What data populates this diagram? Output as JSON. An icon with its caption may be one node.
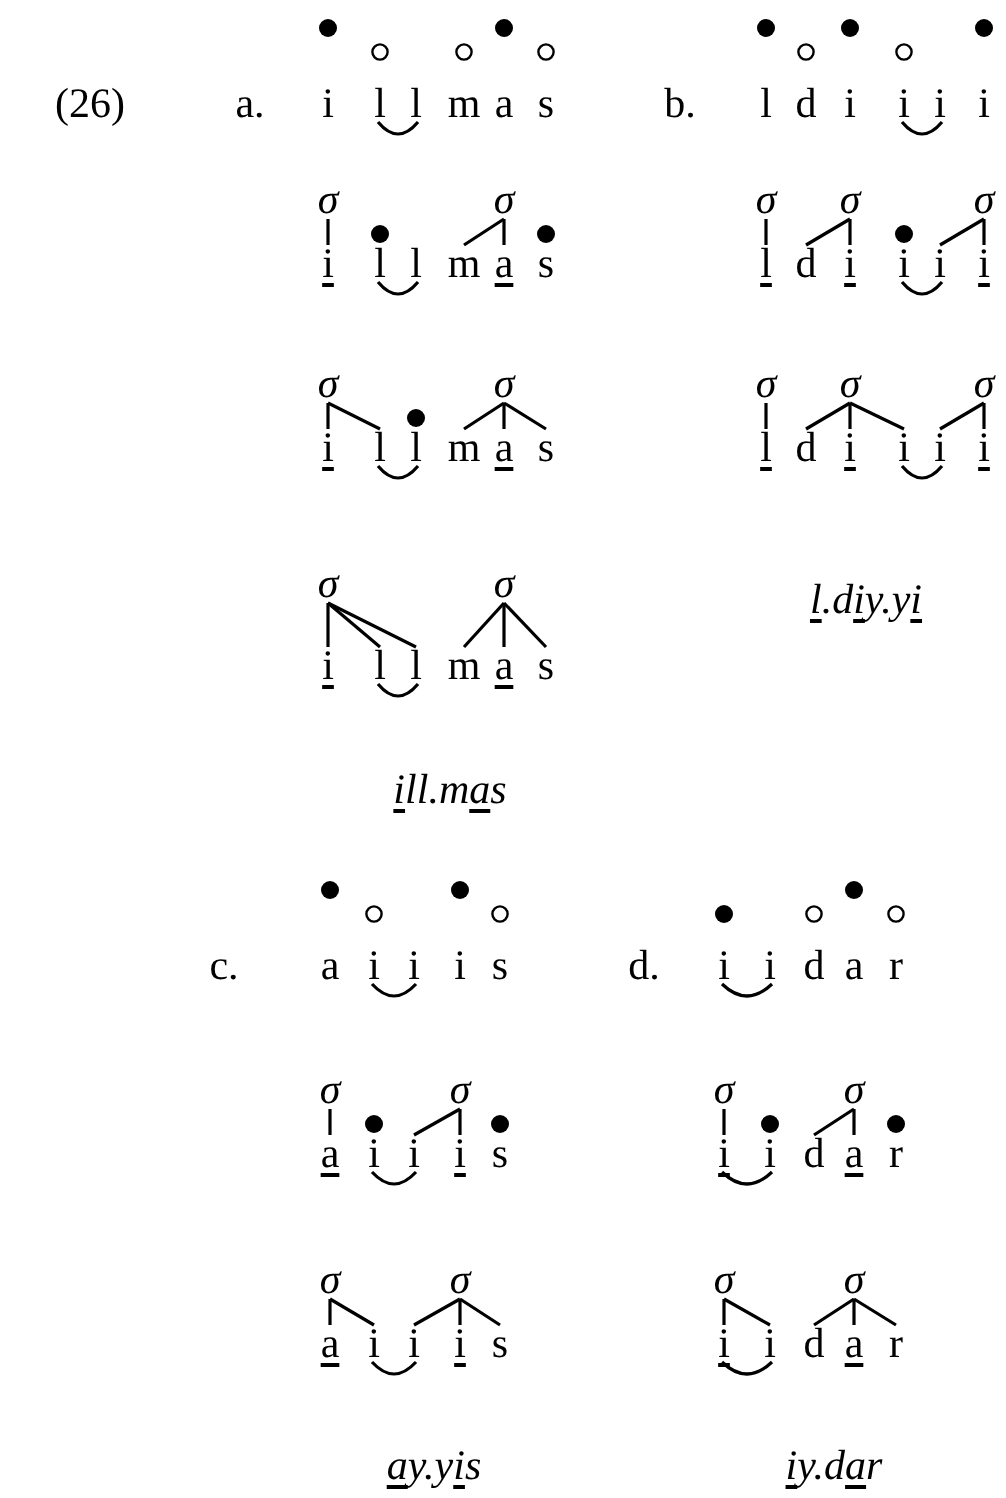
{
  "diagram": {
    "nodes": [
      {
        "text": [
          "σ"
        ]
      },
      {
        "text": [
          "σ"
        ]
      },
      {
        "text": [
          "σ"
        ]
      },
      {
        "text": [
          "σ"
        ]
      },
      {
        "text": [
          "σ"
        ]
      },
      {
        "text": [
          "i"
        ]
      },
      {
        "text": [
          "m"
        ]
      },
      {
        "text": [
          "a"
        ]
      },
      {
        "text": [
          "l"
        ]
      },
      {
        "text": [
          "d"
        ]
      },
      {
        "text": [
          "i"
        ]
      },
      {
        "text": [
          "i"
        ]
      },
      {
        "text": [
          "i"
        ]
      },
      {
        "text": [
          "σ"
        ]
      },
      {
        "text": [
          "σ"
        ]
      },
      {
        "text": [
          "σ"
        ]
      },
      {
        "text": [
          "σ"
        ]
      },
      {
        "text": [
          "σ"
        ]
      },
      {
        "text": [
          "i"
        ]
      },
      {
        "text": [
          "l"
        ]
      },
      {
        "text": [
          "m"
        ]
      },
      {
        "text": [
          "a"
        ]
      },
      {
        "text": [
          "s"
        ]
      },
      {
        "text": [
          "l"
        ]
      },
      {
        "text": [
          "d"
        ]
      },
      {
        "text": [
          "i"
        ]
      },
      {
        "text": [
          "i"
        ]
      },
      {
        "text": [
          "i"
        ]
      },
      {
        "text": [
          "i"
        ]
      },
      {
        "text": [
          "σ"
        ]
      },
      {
        "text": [
          "σ"
        ]
      },
      {
        "text": [
          "i"
        ]
      },
      {
        "text": [
          "l"
        ]
      },
      {
        "text": [
          "l"
        ]
      },
      {
        "text": [
          "m"
        ]
      },
      {
        "text": [
          "a"
        ]
      },
      {
        "text": [
          "s"
        ]
      },
      {
        "text": [
          "σ"
        ]
      },
      {
        "text": [
          "σ"
        ]
      },
      {
        "text": [
          "σ"
        ]
      },
      {
        "text": [
          "σ"
        ]
      },
      {
        "text": [
          "a"
        ]
      },
      {
        "text": [
          "i"
        ]
      },
      {
        "text": [
          "i"
        ]
      },
      {
        "text": [
          "i"
        ]
      },
      {
        "text": [
          "d"
        ]
      },
      {
        "text": [
          "a"
        ]
      },
      {
        "text": [
          "σ"
        ]
      },
      {
        "text": [
          "σ"
        ]
      },
      {
        "text": [
          "σ"
        ]
      },
      {
        "text": [
          "σ"
        ]
      },
      {
        "text": [
          "a"
        ]
      },
      {
        "text": [
          "i"
        ]
      },
      {
        "text": [
          "i"
        ]
      },
      {
        "text": [
          "i"
        ]
      },
      {
        "text": [
          "s"
        ]
      },
      {
        "text": [
          "i"
        ]
      },
      {
        "text": [
          "i"
        ]
      },
      {
        "text": [
          "d"
        ]
      },
      {
        "text": [
          "a"
        ]
      },
      {
        "text": [
          "r"
        ]
      }
    ],
    "edges": [
      {
        "from": 0,
        "to": 5,
        "arrow": "none"
      },
      {
        "from": 1,
        "to": 6,
        "arrow": "none"
      },
      {
        "from": 1,
        "to": 7,
        "arrow": "none"
      },
      {
        "from": 2,
        "to": 8,
        "arrow": "none"
      },
      {
        "from": 3,
        "to": 9,
        "arrow": "none"
      },
      {
        "from": 3,
        "to": 10,
        "arrow": "none"
      },
      {
        "from": 4,
        "to": 11,
        "arrow": "none"
      },
      {
        "from": 4,
        "to": 12,
        "arrow": "none"
      },
      {
        "from": 13,
        "to": 18,
        "arrow": "none"
      },
      {
        "from": 13,
        "to": 19,
        "arrow": "none"
      },
      {
        "from": 14,
        "to": 20,
        "arrow": "none"
      },
      {
        "from": 14,
        "to": 21,
        "arrow": "none"
      },
      {
        "from": 14,
        "to": 22,
        "arrow": "none"
      },
      {
        "from": 15,
        "to": 23,
        "arrow": "none"
      },
      {
        "from": 16,
        "to": 24,
        "arrow": "none"
      },
      {
        "from": 16,
        "to": 25,
        "arrow": "none"
      },
      {
        "from": 16,
        "to": 26,
        "arrow": "none"
      },
      {
        "from": 17,
        "to": 27,
        "arrow": "none"
      },
      {
        "from": 17,
        "to": 28,
        "arrow": "none"
      },
      {
        "from": 29,
        "to": 31,
        "arrow": "none"
      },
      {
        "from": 29,
        "to": 32,
        "arrow": "none"
      },
      {
        "from": 29,
        "to": 33,
        "arrow": "none"
      },
      {
        "from": 30,
        "to": 34,
        "arrow": "none"
      },
      {
        "from": 30,
        "to": 35,
        "arrow": "none"
      },
      {
        "from": 30,
        "to": 36,
        "arrow": "none"
      },
      {
        "from": 37,
        "to": 41,
        "arrow": "none"
      },
      {
        "from": 38,
        "to": 42,
        "arrow": "none"
      },
      {
        "from": 38,
        "to": 43,
        "arrow": "none"
      },
      {
        "from": 39,
        "to": 44,
        "arrow": "none"
      },
      {
        "from": 40,
        "to": 45,
        "arrow": "none"
      },
      {
        "from": 40,
        "to": 46,
        "arrow": "none"
      },
      {
        "from": 47,
        "to": 51,
        "arrow": "none"
      },
      {
        "from": 47,
        "to": 52,
        "arrow": "none"
      },
      {
        "from": 48,
        "to": 53,
        "arrow": "none"
      },
      {
        "from": 48,
        "to": 54,
        "arrow": "none"
      },
      {
        "from": 48,
        "to": 55,
        "arrow": "none"
      },
      {
        "from": 49,
        "to": 56,
        "arrow": "none"
      },
      {
        "from": 49,
        "to": 57,
        "arrow": "none"
      },
      {
        "from": 50,
        "to": 58,
        "arrow": "none"
      },
      {
        "from": 50,
        "to": 59,
        "arrow": "none"
      },
      {
        "from": 50,
        "to": 60,
        "arrow": "none"
      }
    ],
    "labels": [
      "(26)",
      "a.",
      "i",
      "l",
      "l",
      "m",
      "a",
      "s",
      "b.",
      "l",
      "d",
      "i",
      "i",
      "i",
      "i",
      "l",
      "l",
      "s",
      "i",
      "l",
      "l.diy.yi",
      "ill.mas",
      "c.",
      "a",
      "i",
      "i",
      "i",
      "s",
      "d.",
      "i",
      "i",
      "d",
      "a",
      "r",
      "i",
      "s",
      "i",
      "r",
      "ay.yis",
      "iy.dar"
    ]
  }
}
